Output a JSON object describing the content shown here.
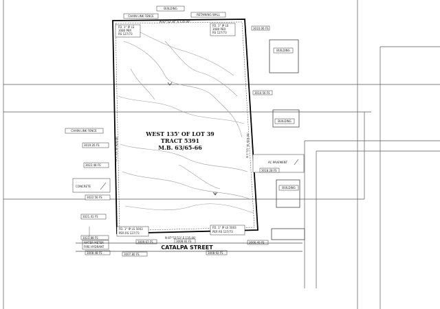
{
  "lot": {
    "line1": "WEST 135' OF LOT 39",
    "line2": "TRACT 5391",
    "line3": "M.B. 63/65-66"
  },
  "street": "CATALPA STREET",
  "labels": {
    "building_top": "BUILDING",
    "chain_link_top": "CHAIN LINK FENCE",
    "retaining_wall": "RETAINING WALL",
    "bearing_top": "N 87°52'34\" E 135.00'",
    "fd_top_left": "FD. 1\" IP LS",
    "fd_top_left_2": "3080 PER",
    "fd_top_left_3": "RS 127/73",
    "fd_top_right": "FD. 1\" IP LS",
    "fd_top_right_2": "3080 PER",
    "fd_top_right_3": "RS 127/73",
    "building_r1": "BUILDING",
    "building_r2": "BUILDING",
    "building_r3": "BUILDING",
    "chain_link_left": "CHAIN LINK FENCE",
    "concrete": "CONCRETE",
    "ac_pavement": "AC PAVEMENT",
    "bearing_left": "N 1°55' W 420.00'",
    "bearing_right": "N 1°55' W 420.00'",
    "fd_bot_left": "FD. 1\" IP LS 5003",
    "fd_bot_left_2": "PER RS 127/73",
    "fd_bot_right": "FD. 1\" IP LS 5003",
    "fd_bot_right_2": "PER RS 127/73",
    "bearing_bottom": "N 87°52'53\" E 135.00'",
    "water_meter": "WATER METER",
    "fire_hydrant": "FIRE HYDRANT",
    "elev_1": "3010.06 FS",
    "elev_2": "3019.26 FS",
    "elev_3": "3022.48 FS",
    "elev_4": "3022.56 FS",
    "elev_5": "3021.41 FS",
    "elev_6": "3023.88 FS",
    "elev_7": "3010.56 FS",
    "elev_8": "3018.28 FS",
    "elev_9": "3008.48 FS",
    "elev_10": "3007.80 FS",
    "elev_11": "3008.92 FS",
    "elev_12": "3009.67 FS",
    "elev_13": "3008.92 FS",
    "elev_14": "3006.40 FS"
  }
}
